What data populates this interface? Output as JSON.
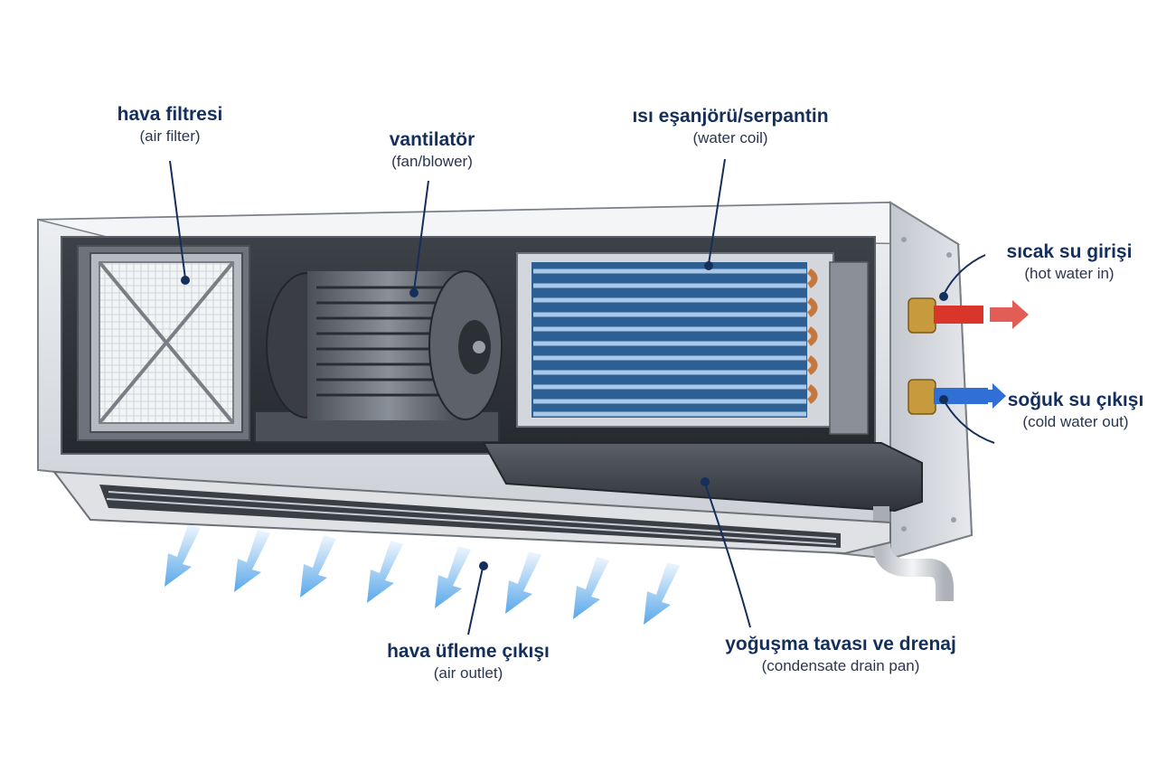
{
  "labels": {
    "air_filter": {
      "tr": "hava filtresi",
      "en": "(air filter)"
    },
    "fan": {
      "tr": "vantilatör",
      "en": "(fan/blower)"
    },
    "coil": {
      "tr": "ısı eşanjörü/serpantin",
      "en": "(water coil)"
    },
    "hot_in": {
      "tr": "sıcak su girişi",
      "en": "(hot water in)"
    },
    "cold_out": {
      "tr": "soğuk su çıkışı",
      "en": "(cold water out)"
    },
    "air_outlet": {
      "tr": "hava üfleme çıkışı",
      "en": "(air outlet)"
    },
    "drain_pan": {
      "tr": "yoğuşma tavası ve drenaj",
      "en": "(condensate drain pan)"
    }
  },
  "colors": {
    "leader": "#152f5c",
    "hot_arrow": "#d9352b",
    "cold_arrow": "#2f6fd6",
    "airflow": "#5aa8ea",
    "coil_fin": "#2d5f93",
    "copper": "#c8773b"
  }
}
